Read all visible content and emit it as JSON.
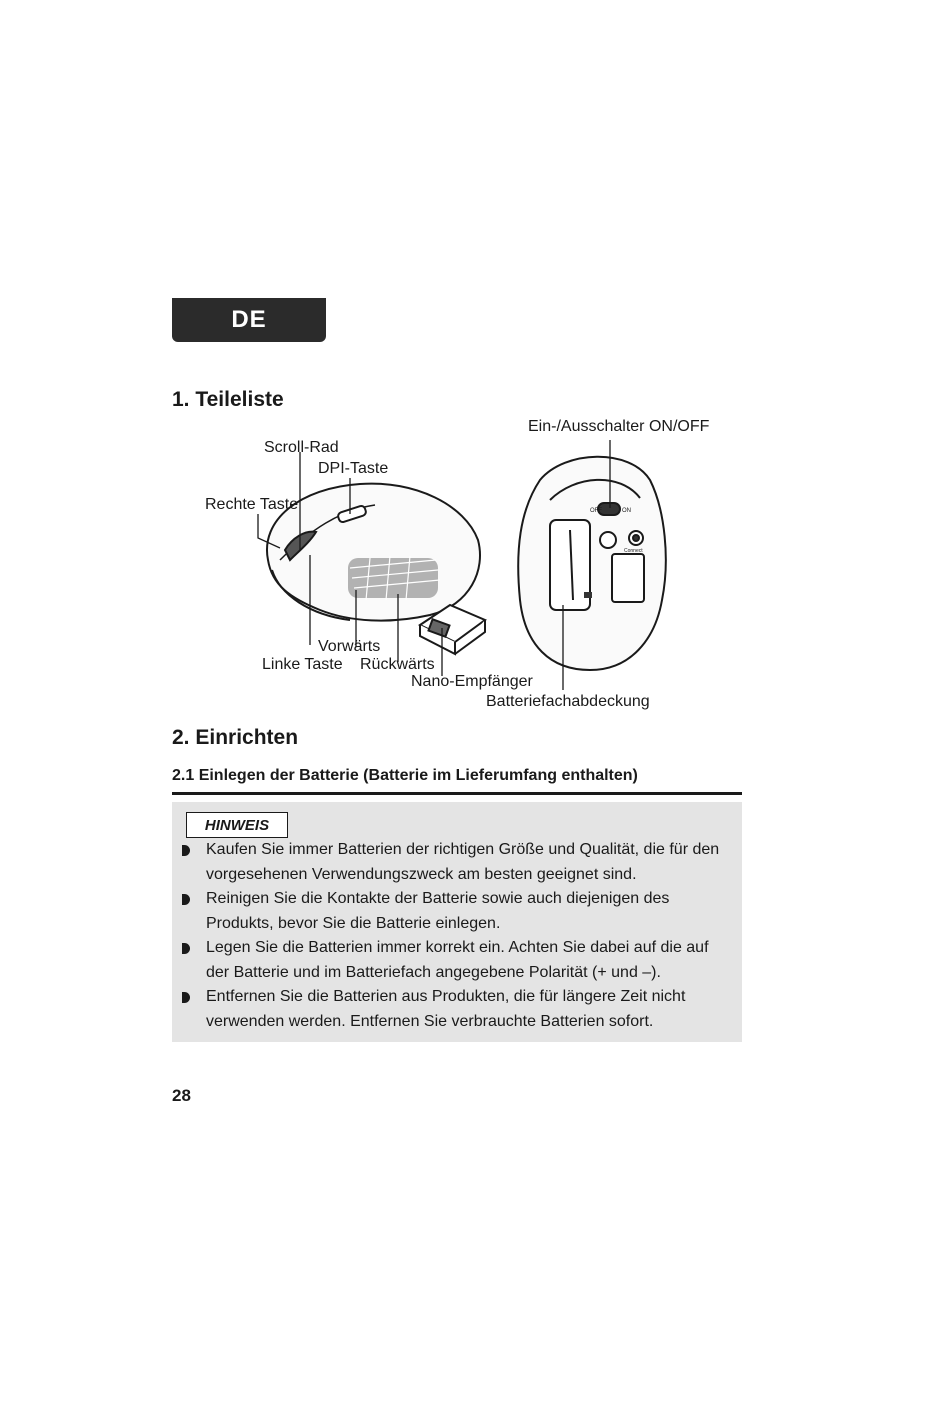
{
  "language_tab": "DE",
  "section1": {
    "heading": "1. Teileliste",
    "callouts": {
      "scroll_wheel": "Scroll-Rad",
      "dpi_button": "DPI-Taste",
      "right_button": "Rechte Taste",
      "forward": "Vorwärts",
      "left_button": "Linke Taste",
      "back": "Rückwärts",
      "nano_receiver": "Nano-Empfänger",
      "power_switch": "Ein-/Ausschalter ON/OFF",
      "battery_cover": "Batteriefachabdeckung"
    },
    "switch_labels": {
      "off": "OFF",
      "on": "ON",
      "connect": "Connect"
    }
  },
  "section2": {
    "heading": "2. Einrichten",
    "subheading": "2.1 Einlegen der Batterie (Batterie im Lieferumfang enthalten)",
    "note": {
      "label": "HINWEIS",
      "items": [
        "Kaufen Sie immer Batterien der richtigen Größe und Qualität, die für den vorgesehenen Verwendungszweck am besten geeignet sind.",
        "Reinigen Sie die Kontakte der Batterie sowie auch diejenigen des Produkts, bevor Sie die Batterie einlegen.",
        "Legen Sie die Batterien immer korrekt ein. Achten Sie dabei auf die auf der Batterie und im Batteriefach angegebene Polarität (+ und –).",
        "Entfernen Sie die Batterien aus Produkten, die für längere Zeit nicht verwenden werden. Entfernen Sie verbrauchte Batterien sofort."
      ]
    }
  },
  "page_number": "28"
}
